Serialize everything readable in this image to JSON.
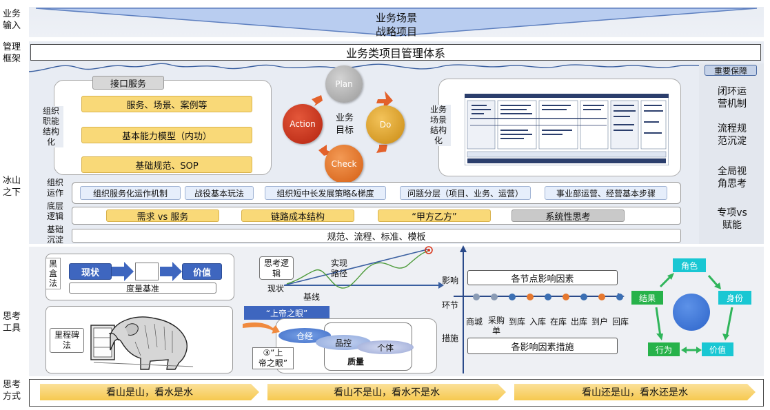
{
  "rows": {
    "input": "业务\n输入",
    "mgmt": "管理\n框架",
    "below": "冰山\n之下",
    "tools": "思考\n工具",
    "method": "思考\n方式"
  },
  "header": {
    "scene_line1": "业务场景",
    "scene_line2": "战略项目",
    "framework": "业务类项目管理体系"
  },
  "interface_panel": {
    "title": "接口服务",
    "side_label": "组织\n职能\n结构\n化",
    "items": [
      "服务、场景、案例等",
      "基本能力模型（内功）",
      "基础规范、SOP"
    ]
  },
  "pdca": {
    "center": "业务\n目标",
    "plan": "Plan",
    "do": "Do",
    "check": "Check",
    "action": "Action"
  },
  "scene_panel": {
    "side_label": "业务\n场景\n结构\n化"
  },
  "guarantee": {
    "title": "重要保障",
    "items": [
      "闭环运\n营机制",
      "流程规\n范沉淀",
      "全局视\n角思考",
      "专项vs\n赋能"
    ]
  },
  "org_ops": {
    "label": "组织\n运作",
    "items": [
      "组织服务化运作机制",
      "战役基本玩法",
      "组织短中长发展策略&梯度",
      "问题分层（项目、业务、运营）",
      "事业部运营、经营基本步骤"
    ]
  },
  "logic": {
    "label": "底层\n逻辑",
    "items": [
      "需求 vs 服务",
      "链路成本结构",
      "“甲方乙方”",
      "系统性思考"
    ]
  },
  "base": {
    "label": "基础\n沉淀",
    "text": "规范、流程、标准、模板"
  },
  "blackbox": {
    "label": "黑\n盒\n法",
    "current": "现状",
    "value": "价值",
    "baseline": "度量基准"
  },
  "logic_chart": {
    "label": "思考逻\n辑",
    "realize": "实现\n路径",
    "current": "现状",
    "baseline": "基线"
  },
  "milestone": {
    "label": "里程碑\n法"
  },
  "god_eye": {
    "title": "“上帝之眼”",
    "caption": "③“上\n帝之眼”",
    "warehouse": "仓经",
    "qc": "品控",
    "individual": "个体",
    "quality": "质量"
  },
  "influence": {
    "labels": {
      "influence": "影响",
      "link": "环节",
      "measure": "措施"
    },
    "factors": "各节点影响因素",
    "steps": [
      "商城",
      "采购\n单",
      "到库",
      "入库",
      "在库",
      "出库",
      "到户",
      "回库"
    ],
    "measures": "各影响因素措施",
    "dot_colors": [
      "#8a9bb4",
      "#8a9bb4",
      "#3b6fb3",
      "#e6782f",
      "#3b6fb3",
      "#e6782f",
      "#3b6fb3",
      "#e6782f",
      "#3b6fb3"
    ]
  },
  "role_cycle": {
    "role": "角色",
    "identity": "身份",
    "value": "价值",
    "behavior": "行为",
    "result": "结果"
  },
  "method": {
    "items": [
      "看山是山，看水是水",
      "看山不是山，看水不是水",
      "看山还是山，看水还是水"
    ]
  }
}
